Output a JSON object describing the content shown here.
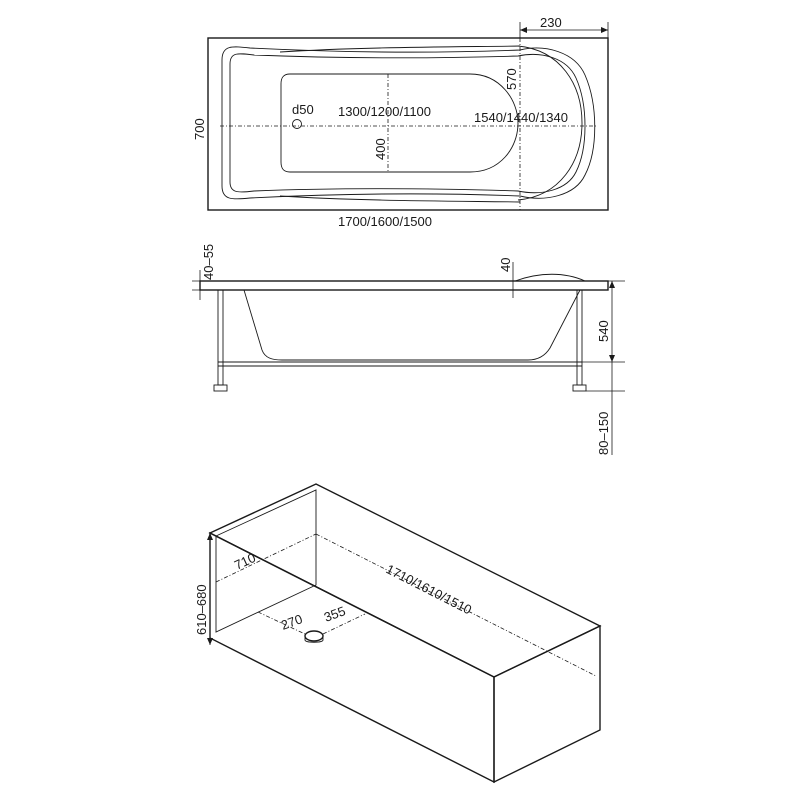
{
  "top_view": {
    "d_top_right": "230",
    "d_570": "570",
    "d_700": "700",
    "d_drain": "d50",
    "d_inner_length": "1300/1200/1100",
    "d_outer_length": "1540/1440/1340",
    "d_400": "400",
    "d_total_length": "1700/1600/1500"
  },
  "side_view": {
    "d_rim": "40–55",
    "d_40": "40",
    "d_540": "540",
    "d_legs": "80–150"
  },
  "box_view": {
    "d_height": "610–680",
    "d_width": "710",
    "d_length": "1710/1610/1510",
    "d_270": "270",
    "d_355": "355"
  }
}
